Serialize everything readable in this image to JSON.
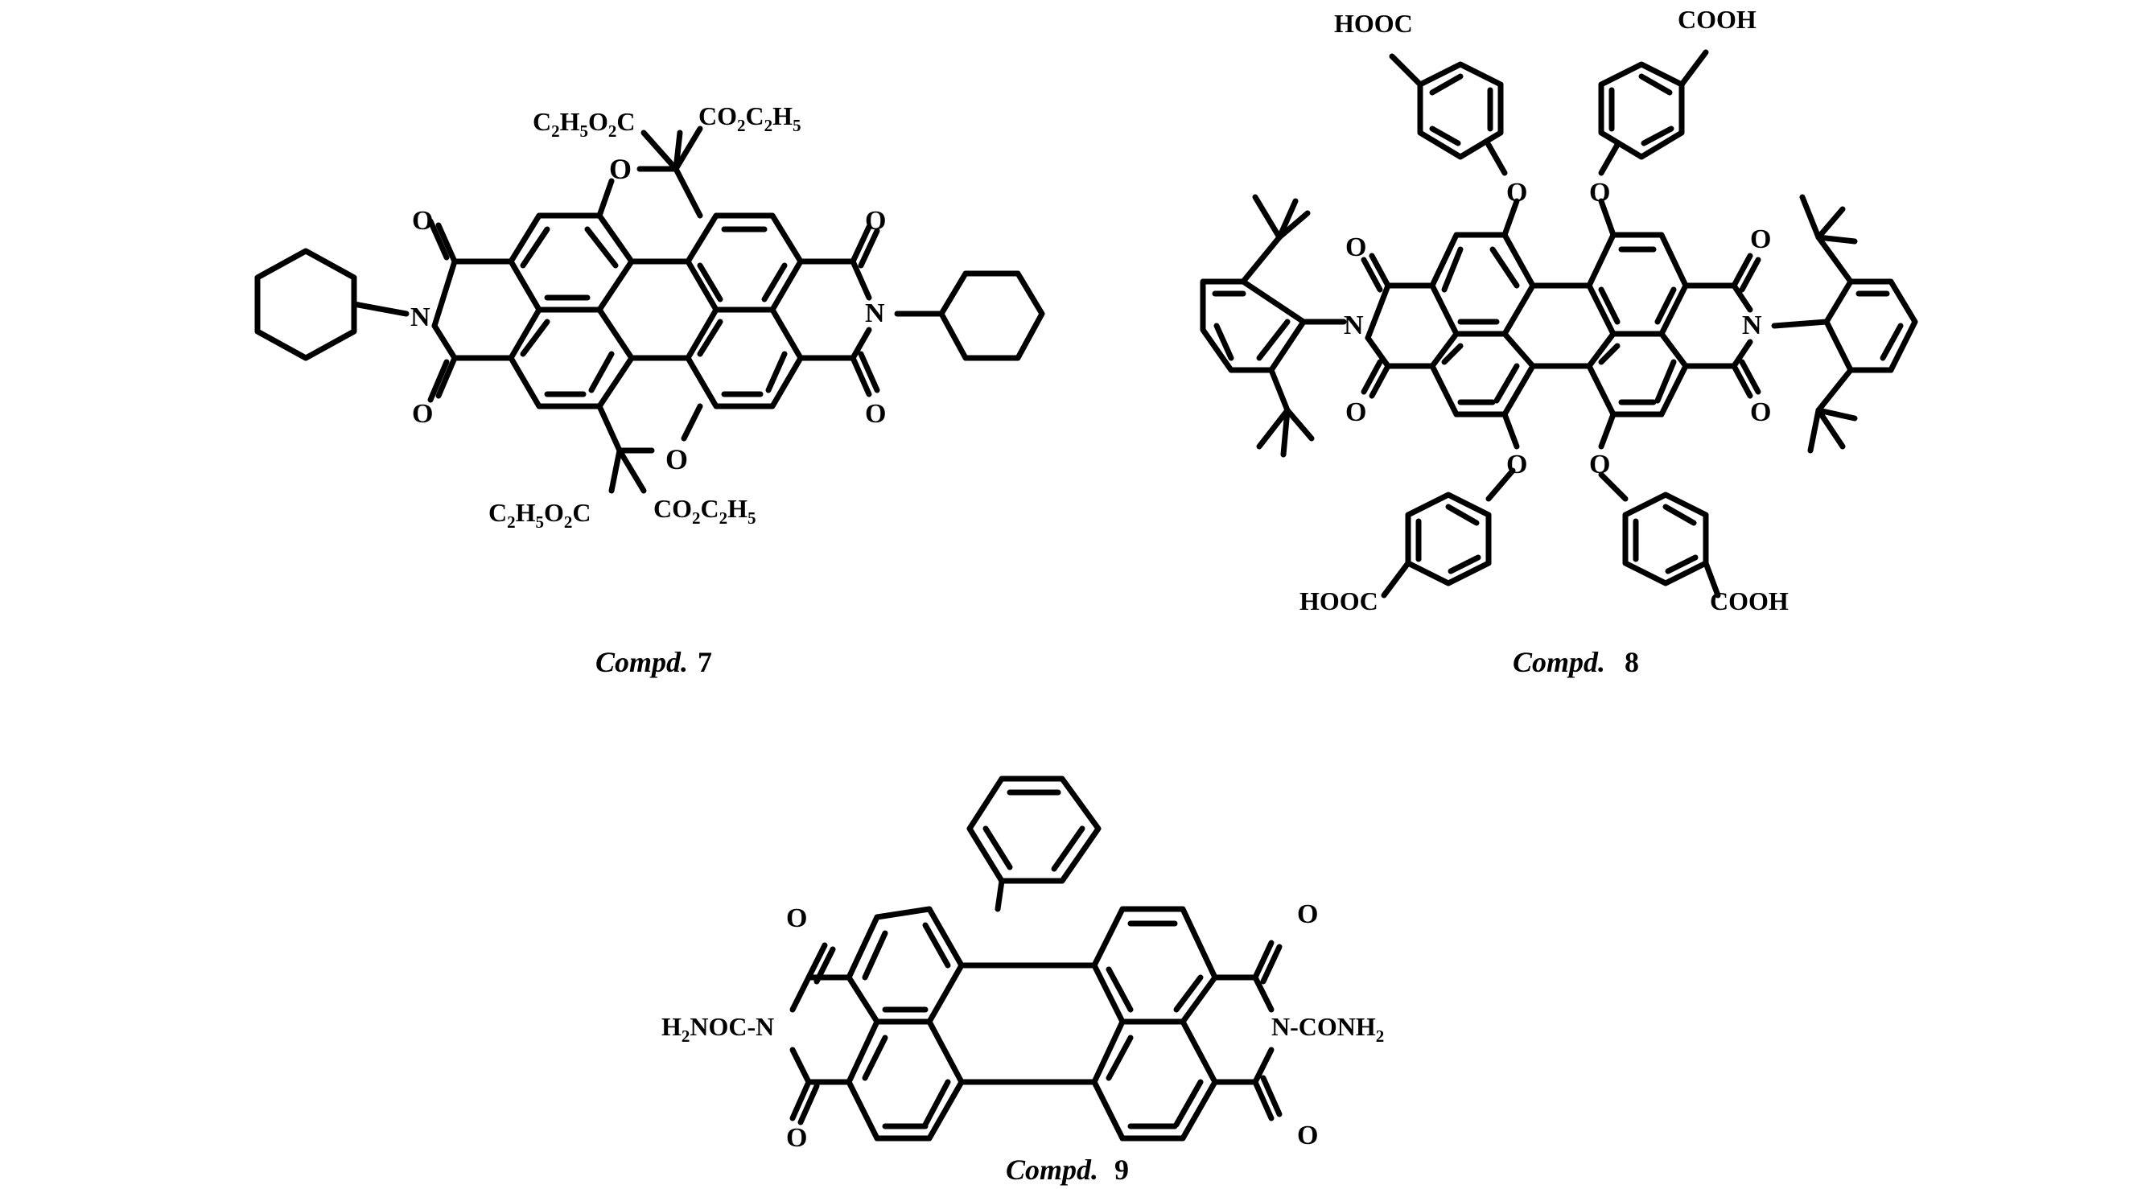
{
  "colors": {
    "ink": "#000000",
    "background": "#ffffff"
  },
  "compound7": {
    "caption_italic": "Compd.",
    "caption_number": "7",
    "top_left_ester": [
      "C",
      "2",
      "H",
      "5",
      "O",
      "2",
      "C"
    ],
    "top_right_ester": [
      "CO",
      "2",
      "C",
      "2",
      "H",
      "5"
    ],
    "bottom_left_ester": [
      "C",
      "2",
      "H",
      "5",
      "O",
      "2",
      "C"
    ],
    "bottom_right_ester": [
      "CO",
      "2",
      "C",
      "2",
      "H",
      "5"
    ],
    "ring_oxygen_top": "O",
    "ring_oxygen_bottom": "O",
    "carbonyl_oxygen": "O",
    "imide_nitrogen": "N"
  },
  "compound8": {
    "caption_italic": "Compd.",
    "caption_number": "8",
    "acid_left": "HOOC",
    "acid_right": "COOH",
    "ether_oxygen": "O",
    "carbonyl_oxygen": "O",
    "imide_nitrogen": "N"
  },
  "compound9": {
    "caption_italic": "Compd.",
    "caption_number": "9",
    "left_substituent": [
      "H",
      "2",
      "NOC-N"
    ],
    "right_substituent": [
      "N-CONH",
      "2"
    ],
    "carbonyl_oxygen": "O"
  }
}
